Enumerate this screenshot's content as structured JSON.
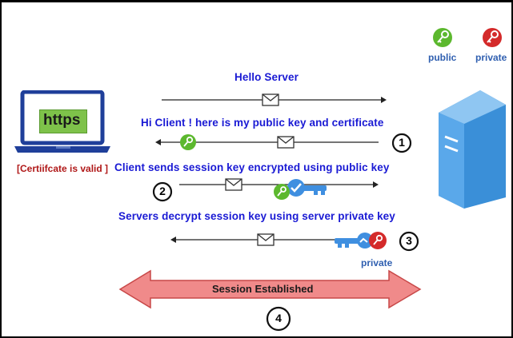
{
  "legend": {
    "public_label": "public",
    "private_label": "private",
    "public_color": "#5cb82e",
    "private_color": "#d42a2a"
  },
  "laptop": {
    "screen_text": "https",
    "cert_text": "[Certiifcate is valid ]"
  },
  "messages": [
    {
      "text": "Hello Server",
      "direction": "to-server"
    },
    {
      "text": "Hi Client ! here is my public key and certificate",
      "direction": "to-client",
      "step": "1"
    },
    {
      "text": "Client sends session key encrypted using public key",
      "direction": "to-server",
      "step": "2"
    },
    {
      "text": "Servers decrypt session key using server private key",
      "direction": "to-client",
      "step": "3",
      "key_caption": "private"
    }
  ],
  "session": {
    "label": "Session Established",
    "step": "4"
  },
  "colors": {
    "message_text": "#1a1ad4",
    "laptop": "#1f3f9a",
    "https_bg": "#7ec24a",
    "server": "#3a8fd8",
    "session_arrow": "#f08a8a",
    "blue_key": "#3f8fe0"
  }
}
